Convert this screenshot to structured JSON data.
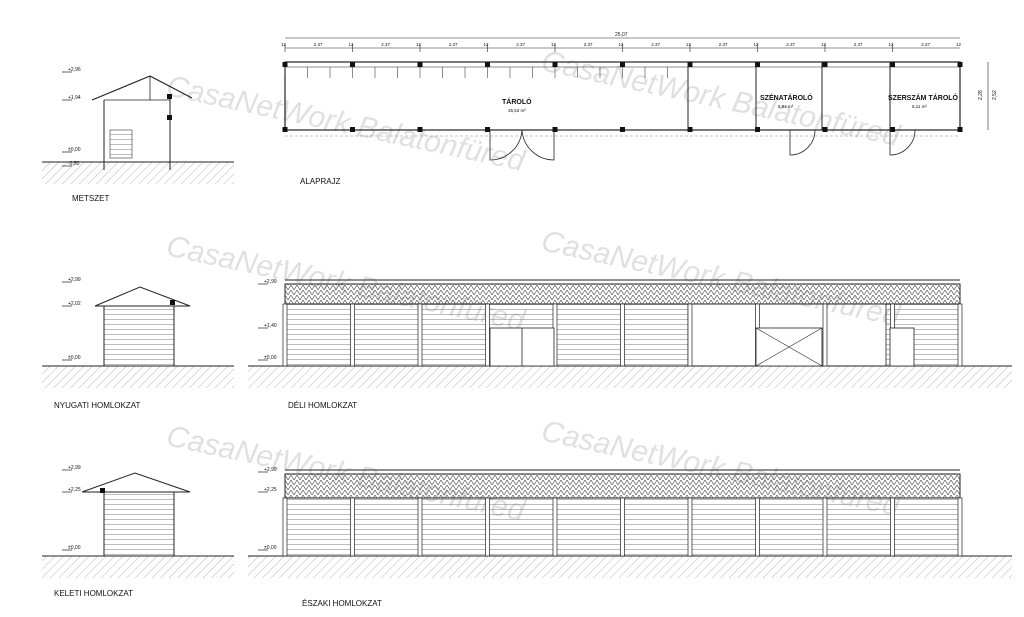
{
  "drawing_labels": {
    "metszet": "METSZET",
    "alaprajz": "ALAPRAJZ",
    "nyugati": "NYUGATI  HOMLOKZAT",
    "deli": "DÉLI  HOMLOKZAT",
    "keleti": "KELETI  HOMLOKZAT",
    "eszaki": "ÉSZAKI HOMLOKZAT"
  },
  "plan": {
    "total_length": "25,07",
    "bay_width": "2.37",
    "post_gap": "12",
    "depth_inner": "2,28",
    "depth_outer": "2,52",
    "rooms": {
      "taroló": {
        "name": "TÁROLÓ",
        "area": "35,53 m²"
      },
      "szena": {
        "name": "SZÉNATÁROLÓ",
        "area": "5,84 m²"
      },
      "szerszam": {
        "name": "SZERSZÁM TÁROLÓ",
        "area": "6,11 m²"
      }
    }
  },
  "levels": {
    "section_ridge": "+2,96",
    "section_eave": "+1,94",
    "section_floor": "±0,00",
    "section_ground": "-0,50",
    "west_ridge": "+2,99",
    "west_eave": "+2,02",
    "west_floor": "±0,00",
    "south_ridge": "+2,99",
    "south_mid": "+1,40",
    "south_floor": "±0,00",
    "east_ridge": "+2,99",
    "east_eave": "+2,25",
    "east_floor": "±0,00",
    "north_ridge": "+2,99",
    "north_eave": "+2,25",
    "north_floor": "±0,00"
  },
  "watermark": "CasaNetWork Balatonfüred"
}
